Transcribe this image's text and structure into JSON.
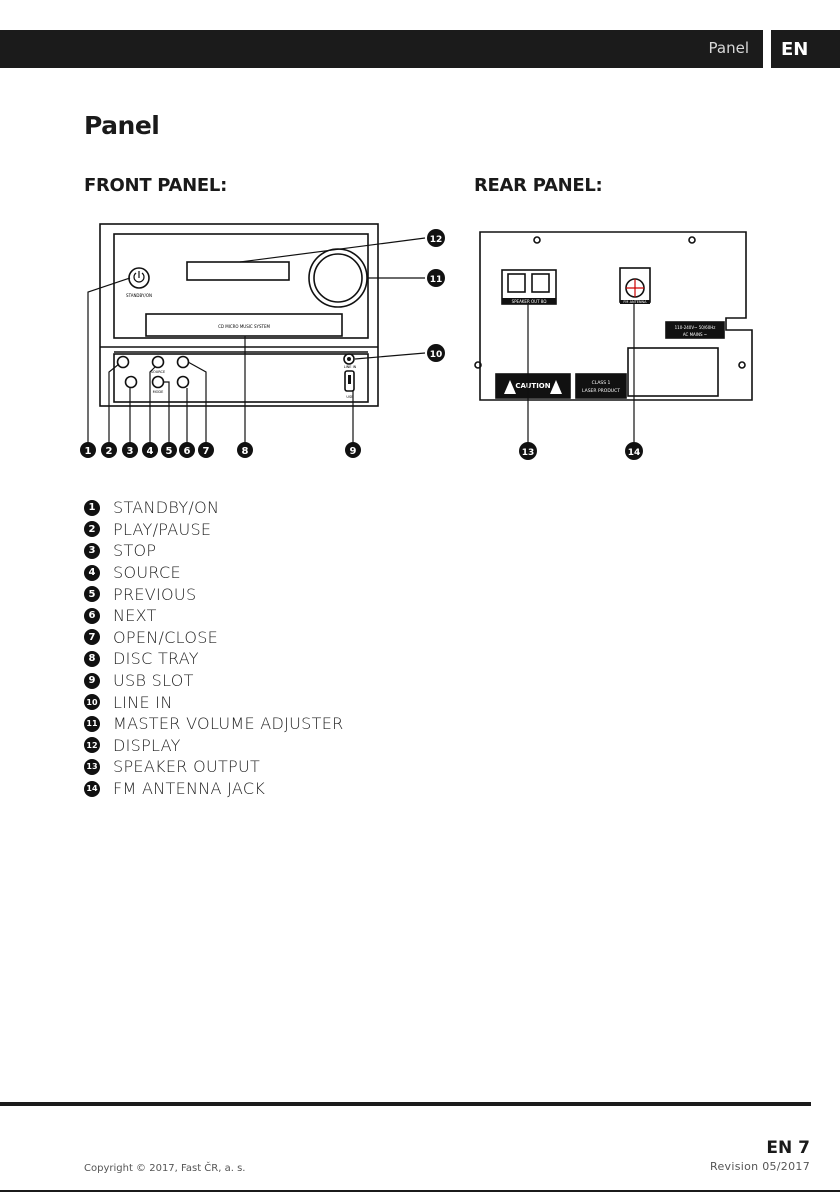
{
  "header": {
    "section": "Panel",
    "lang": "EN"
  },
  "page_title": "Panel",
  "front_title": "FRONT PANEL:",
  "rear_title": "REAR PANEL:",
  "front_device": {
    "standby_label": "STANDBY/ON",
    "disc_label": "CD MICRO MUSIC SYSTEM",
    "line_in_label": "LINE IN",
    "usb_label": "USB",
    "source_label": "SOURCE",
    "mode_label": "MODE"
  },
  "rear_device": {
    "speaker_label": "SPEAKER OUT 8Ω",
    "fm_label": "FM ANTENNA",
    "caution_label": "CAUTION",
    "laser_line1": "CLASS 1",
    "laser_line2": "LASER PRODUCT",
    "ac_line1": "110-240V~ 50/60Hz",
    "ac_line2": "AC MAINS ~"
  },
  "legend": [
    {
      "num": "1",
      "label": "STANDBY/ON"
    },
    {
      "num": "2",
      "label": "PLAY/PAUSE"
    },
    {
      "num": "3",
      "label": "STOP"
    },
    {
      "num": "4",
      "label": "SOURCE"
    },
    {
      "num": "5",
      "label": "PREVIOUS"
    },
    {
      "num": "6",
      "label": "NEXT"
    },
    {
      "num": "7",
      "label": "OPEN/CLOSE"
    },
    {
      "num": "8",
      "label": "DISC TRAY"
    },
    {
      "num": "9",
      "label": "USB SLOT"
    },
    {
      "num": "10",
      "label": "LINE IN"
    },
    {
      "num": "11",
      "label": "MASTER VOLUME ADJUSTER"
    },
    {
      "num": "12",
      "label": "DISPLAY"
    },
    {
      "num": "13",
      "label": "SPEAKER OUTPUT"
    },
    {
      "num": "14",
      "label": "FM ANTENNA JACK"
    }
  ],
  "footer": {
    "page": "EN 7",
    "revision": "Revision 05/2017",
    "copyright": "Copyright © 2017, Fast ČR, a. s."
  }
}
